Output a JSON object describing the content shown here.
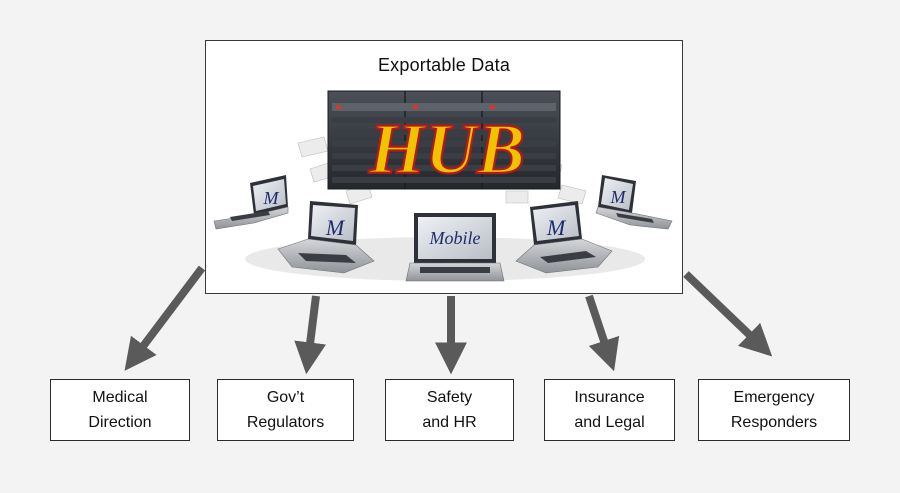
{
  "picture": {
    "title": "Exportable Data",
    "hub_logo_text": "HUB",
    "laptop_logo_texts": [
      "M",
      "M",
      "Mobile",
      "M",
      "M"
    ],
    "icons": [
      "server-rack",
      "laptop",
      "paper-sheet"
    ],
    "colors": {
      "hub_text": "#f2c200",
      "hub_outline": "#b31a1a",
      "laptop_logo": "#1d2d6b"
    }
  },
  "destinations": [
    {
      "line1": "Medical",
      "line2": "Direction"
    },
    {
      "line1": "Gov’t",
      "line2": "Regulators"
    },
    {
      "line1": "Safety",
      "line2": "and HR"
    },
    {
      "line1": "Insurance",
      "line2": "and Legal"
    },
    {
      "line1": "Emergency",
      "line2": "Responders"
    }
  ],
  "colors": {
    "arrow": "#5a5a5a",
    "background": "#f3f3f3"
  }
}
